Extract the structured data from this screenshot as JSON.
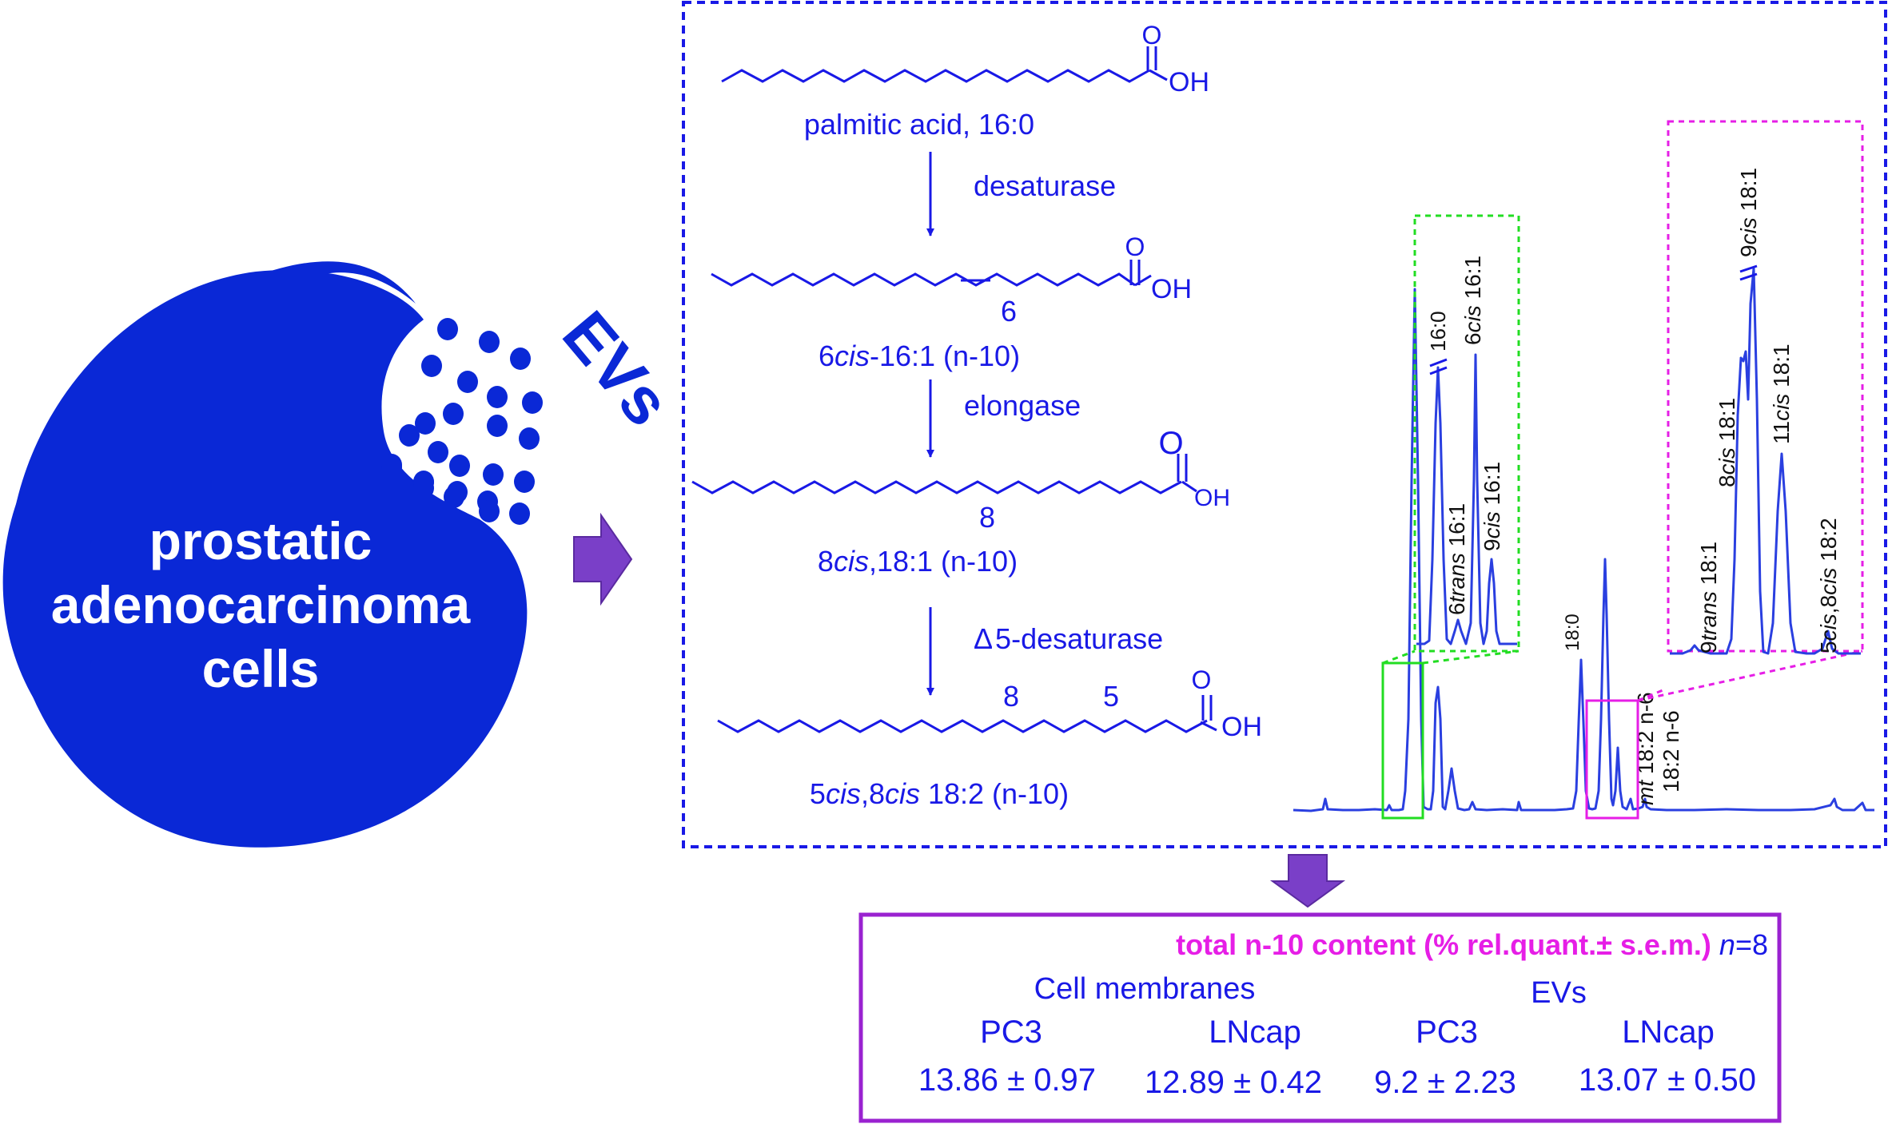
{
  "colors": {
    "blue": "#1919e6",
    "cell_blue": "#0a28d6",
    "purple_arrow": "#7a3fc8",
    "purple_box": "#9a22d0",
    "magenta": "#e61ee6",
    "green": "#22dd22",
    "chrom_blue": "#2a3fe0",
    "black": "#111111",
    "white": "#ffffff"
  },
  "cell": {
    "label_lines": [
      "prostatic",
      "adenocarcinoma",
      "cells"
    ],
    "evs_label": "EVs"
  },
  "pathway": {
    "oh": "OH",
    "o": "O",
    "compounds": {
      "palmitic": "palmitic acid, 16:0",
      "c6": {
        "pre": "6",
        "ital": "cis",
        "post": "-16:1 (n-10)",
        "db_label": "6"
      },
      "c8": {
        "pre": "8",
        "ital": "cis",
        "post": ",18:1 (n-10)",
        "db_label": "8"
      },
      "c58": {
        "pre1": "5",
        "ital1": "cis",
        "mid": ",8",
        "ital2": "cis",
        "post": " 18:2 (n-10)",
        "db_label_8": "8",
        "db_label_5": "5"
      }
    },
    "enzymes": {
      "desaturase": "desaturase",
      "elongase": "elongase",
      "d5": "Δ 5-desaturase"
    }
  },
  "chromatogram": {
    "peak_labels": {
      "p160": "16:0",
      "p6cis": {
        "pre": "6",
        "ital": "cis",
        "post": " 16:1"
      },
      "p6trans": {
        "pre": "6",
        "ital": "trans",
        "post": " 16:1"
      },
      "p9cis16": {
        "pre": "9",
        "ital": "cis",
        "post": " 16:1"
      },
      "p180": "18:0",
      "pmt": {
        "ital": "mt",
        "post": " 18:2 n-6"
      },
      "p182": "18:2 n-6",
      "p9cis18": {
        "pre": "9",
        "ital": "cis",
        "post": " 18:1"
      },
      "p8cis": {
        "pre": "8",
        "ital": "cis",
        "post": " 18:1"
      },
      "p11cis": {
        "pre": "11",
        "ital": "cis",
        "post": " 18:1"
      },
      "p9trans": {
        "pre": "9",
        "ital": "trans",
        "post": " 18:1"
      },
      "p58": {
        "pre1": "5",
        "ital1": "cis",
        "mid": ",8",
        "ital2": "cis",
        "post": " 18:2"
      }
    }
  },
  "results": {
    "title": "total n-10 content (% rel.quant.± s.e.m.)",
    "n_ital": "n",
    "n_val": "=8",
    "group_cells": "Cell membranes",
    "group_evs": "EVs",
    "cols": [
      {
        "label": "PC3",
        "value": "13.86 ± 0.97"
      },
      {
        "label": "LNcap",
        "value": "12.89 ± 0.42"
      },
      {
        "label": "PC3",
        "value": "9.2 ± 2.23"
      },
      {
        "label": "LNcap",
        "value": "13.07 ± 0.50"
      }
    ]
  }
}
